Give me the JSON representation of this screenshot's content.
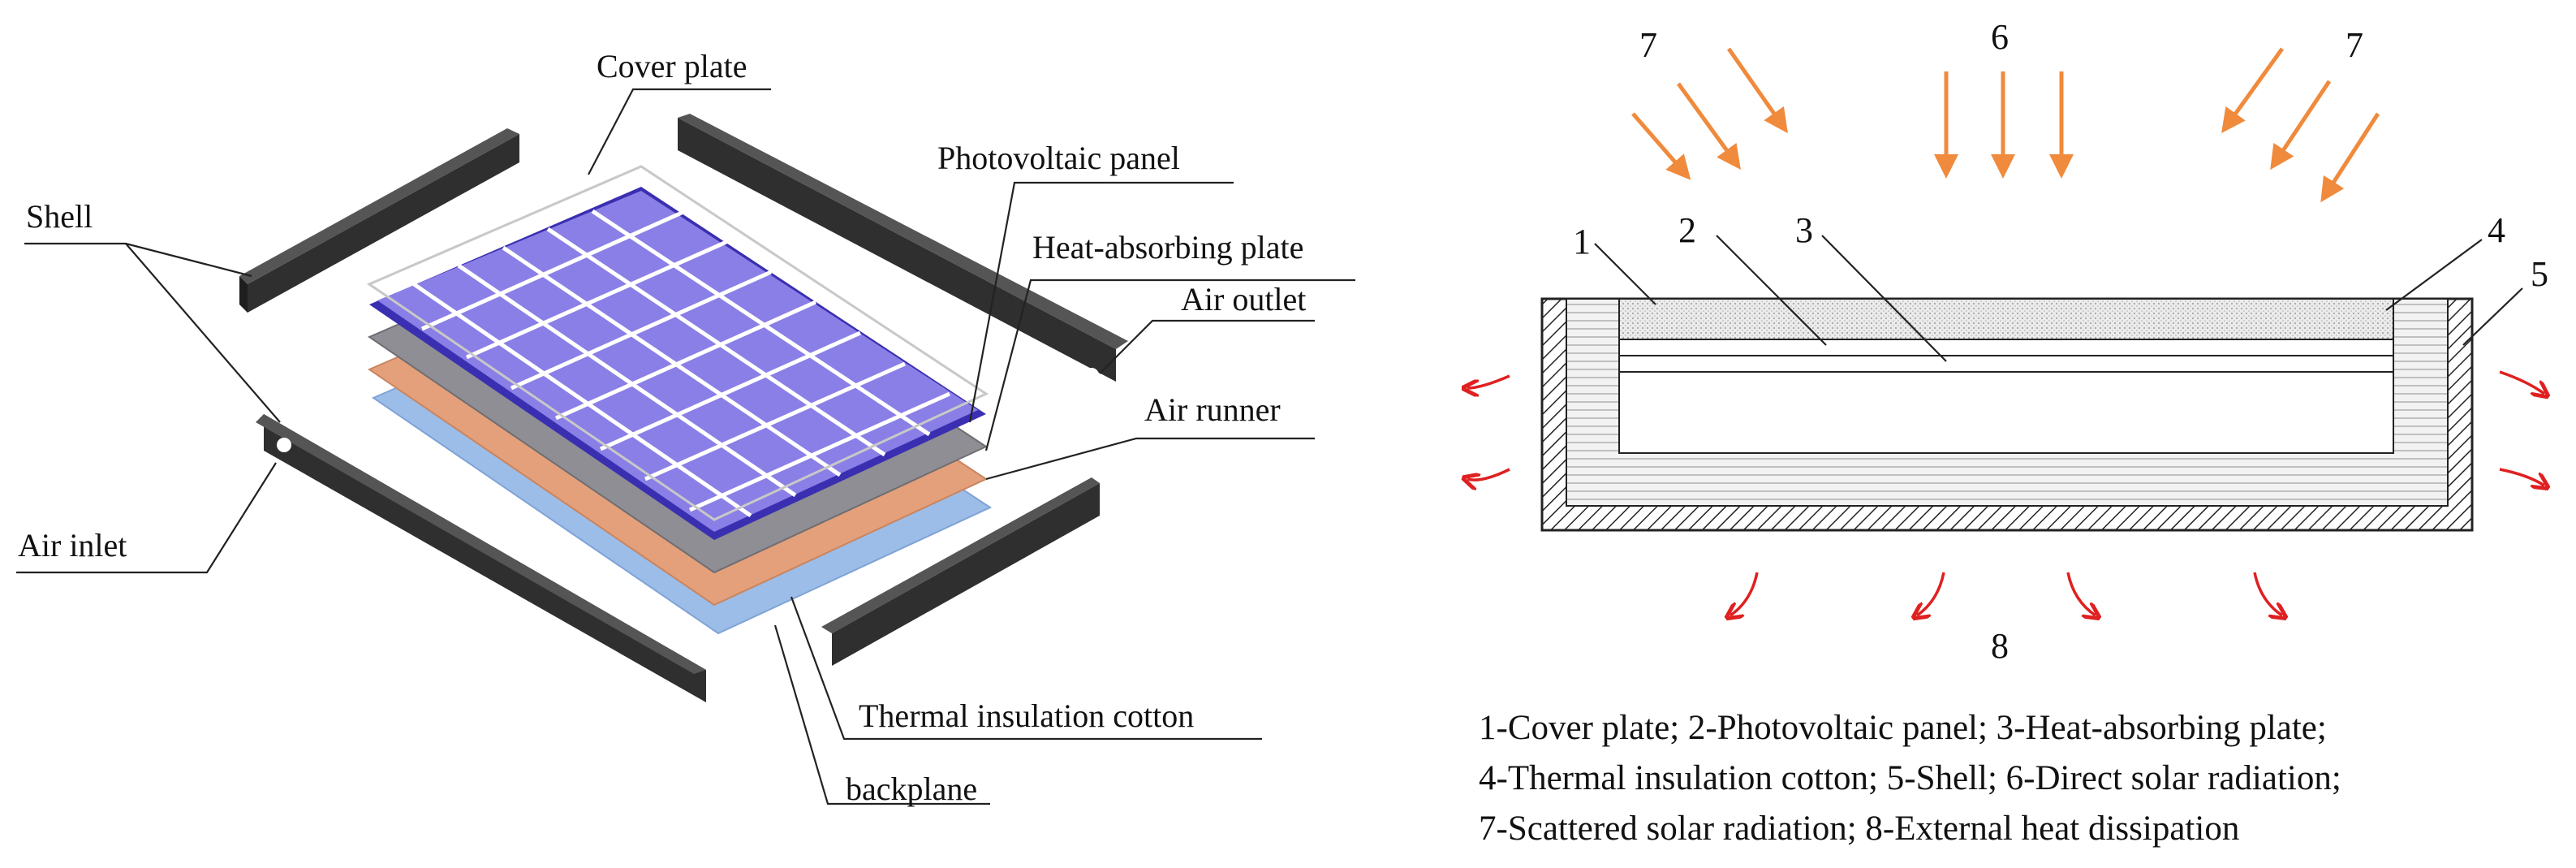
{
  "exploded": {
    "cover_plate": "Cover plate",
    "photovoltaic_panel": "Photovoltaic panel",
    "heat_absorbing_plate": "Heat-absorbing plate",
    "shell": "Shell",
    "air_outlet": "Air outlet",
    "air_runner": "Air runner",
    "air_inlet": "Air inlet",
    "thermal_insulation_cotton": "Thermal insulation cotton",
    "backplane": "backplane"
  },
  "section": {
    "numbers": {
      "n1": "1",
      "n2": "2",
      "n3": "3",
      "n4": "4",
      "n5": "5",
      "n6": "6",
      "n7a": "7",
      "n7b": "7",
      "n8": "8"
    },
    "legend": [
      "1-Cover plate; 2-Photovoltaic panel; 3-Heat-absorbing plate;",
      "4-Thermal insulation cotton; 5-Shell; 6-Direct solar radiation;",
      "7-Scattered solar radiation; 8-External heat dissipation"
    ],
    "colors": {
      "radiation_arrow": "#f08a3c",
      "heat_arrow": "#e02020"
    }
  },
  "colors": {
    "pv_cell": "#8a7fe6",
    "pv_frame": "#3a2fb0",
    "absorber": "#8e8e94",
    "insulation": "#e4a07a",
    "backplane": "#9cbde8",
    "shell": "#2f2f2f"
  }
}
